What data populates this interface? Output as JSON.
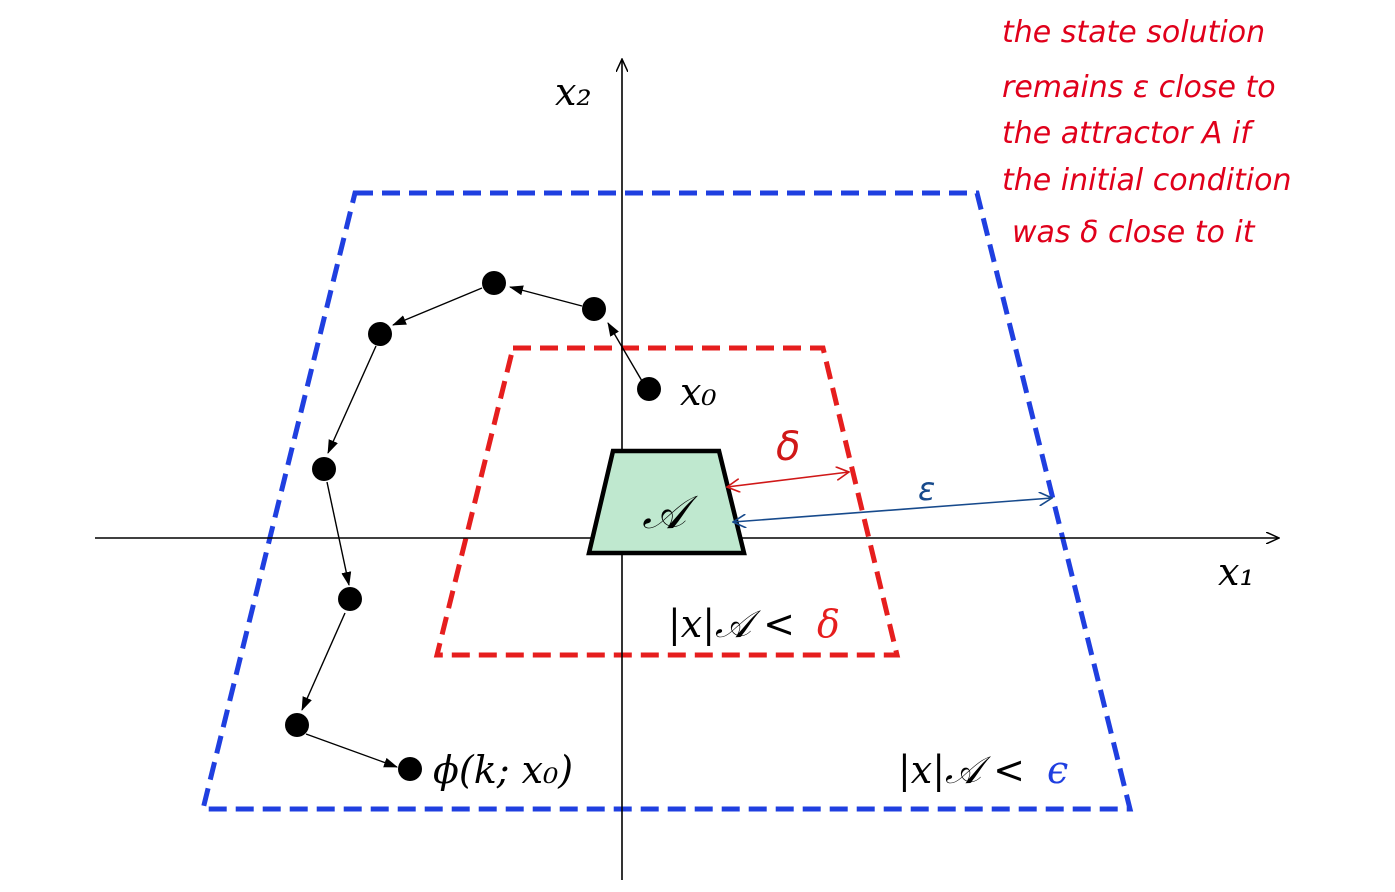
{
  "labels": {
    "x1": "x₁",
    "x2": "x₂",
    "x0": "x₀",
    "attractor": "𝒜",
    "phi": "ϕ(k; x₀)",
    "delta_cond_prefix": "|x|𝒜 <",
    "delta_cond_symbol": "δ",
    "eps_cond_prefix": "|x|𝒜 <",
    "eps_cond_symbol": "ϵ",
    "delta_dim": "δ",
    "eps_dim": "ε"
  },
  "note": {
    "lines": [
      "the state solution",
      "remains ε close to",
      "the attractor A if",
      "the initial condition",
      "was δ close to  it"
    ]
  },
  "colors": {
    "outer_region": "#1f3fe0",
    "inner_region": "#e61e1e",
    "attractor_fill": "#bfe8cf",
    "delta_arrow": "#d01818",
    "eps_arrow": "#174a8c",
    "note_text": "#e0001b"
  }
}
